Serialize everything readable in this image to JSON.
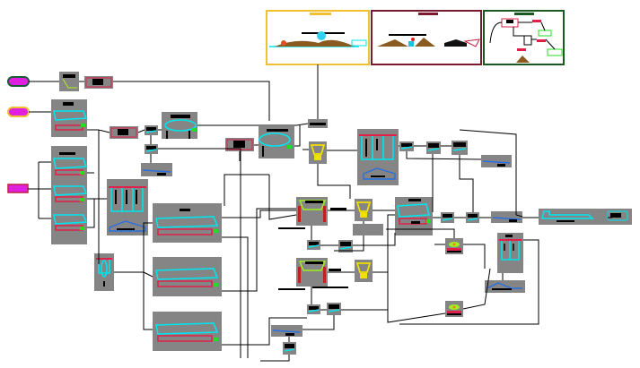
{
  "diagram": {
    "title": "",
    "type": "process-flow",
    "colors": {
      "background": "#ffffff",
      "equipment_block": "#858585",
      "equipment_outline_cyan": "#00e5ee",
      "equipment_red": "#e0204a",
      "equipment_blue": "#2a6fe0",
      "equipment_yellow": "#f0e000",
      "equipment_green": "#20e020",
      "feed_magenta": "#e020e0",
      "panel_1_border": "#f0c030",
      "panel_2_border": "#7a1a30",
      "panel_3_border": "#1a5a20",
      "connector": "#000000"
    },
    "feeds": [
      {
        "id": "feed-1",
        "color": "#e020e0",
        "border": "#1a5a3a"
      },
      {
        "id": "feed-2",
        "color": "#e020e0",
        "border": "#f0c030"
      },
      {
        "id": "feed-3",
        "color": "#e020e0",
        "border": "#c02040"
      }
    ],
    "panels": [
      {
        "id": "panel-dewatering",
        "border": "#f0c030"
      },
      {
        "id": "panel-stockpile",
        "border": "#7a1a30"
      },
      {
        "id": "panel-tailings",
        "border": "#1a5a20"
      }
    ],
    "labels": []
  }
}
